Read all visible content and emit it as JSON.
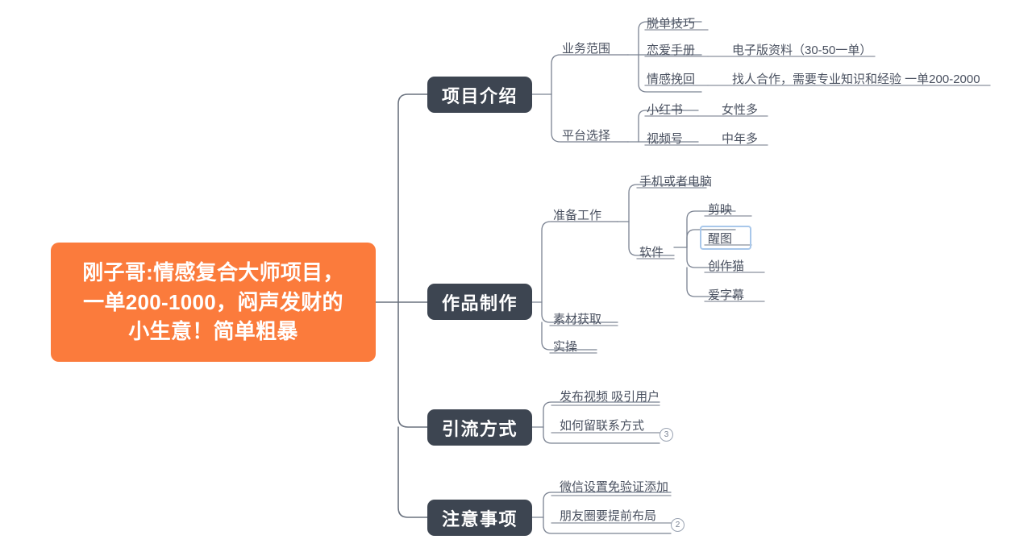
{
  "document": {
    "type": "mind-map",
    "background_color": "#ffffff",
    "root_color": "#fb7b3c",
    "branch_color": "#3d4551",
    "line_color": "#6a727f",
    "leaf_text_color": "#4a5160",
    "selection_color": "#a8c7ea"
  },
  "root": {
    "text": "刚子哥:情感复合大师项目，\n一单200-1000，闷声发财的\n小生意！简单粗暴"
  },
  "branches": [
    {
      "id": "branch-1",
      "label": "项目介绍",
      "children": [
        {
          "label": "业务范围",
          "children": [
            {
              "label": "脱单技巧",
              "detail": ""
            },
            {
              "label": "恋爱手册",
              "detail": "电子版资料（30-50一单）"
            },
            {
              "label": "情感挽回",
              "detail": "找人合作，需要专业知识和经验  一单200-2000"
            }
          ]
        },
        {
          "label": "平台选择",
          "children": [
            {
              "label": "小红书",
              "detail": "女性多"
            },
            {
              "label": "视频号",
              "detail": "中年多"
            }
          ]
        }
      ]
    },
    {
      "id": "branch-2",
      "label": "作品制作",
      "children": [
        {
          "label": "准备工作",
          "children": [
            {
              "label": "手机或者电脑",
              "detail": ""
            },
            {
              "label": "软件",
              "children": [
                {
                  "label": "剪映",
                  "selected": false
                },
                {
                  "label": "醒图",
                  "selected": true
                },
                {
                  "label": "创作猫",
                  "selected": false
                },
                {
                  "label": "爱字幕",
                  "selected": false
                }
              ]
            }
          ]
        },
        {
          "label": "素材获取",
          "children": []
        },
        {
          "label": "实操",
          "children": []
        }
      ]
    },
    {
      "id": "branch-3",
      "label": "引流方式",
      "children": [
        {
          "label": "发布视频 吸引用户",
          "badge": ""
        },
        {
          "label": "如何留联系方式",
          "badge": "3"
        }
      ]
    },
    {
      "id": "branch-4",
      "label": "注意事项",
      "children": [
        {
          "label": "微信设置免验证添加",
          "badge": ""
        },
        {
          "label": "朋友圈要提前布局",
          "badge": "2"
        }
      ]
    }
  ],
  "labels": {
    "b1": "项目介绍",
    "b2": "作品制作",
    "b3": "引流方式",
    "b4": "注意事项",
    "s1_1": "业务范围",
    "s1_2": "平台选择",
    "l1_1": "脱单技巧",
    "l1_2": "恋爱手册",
    "l1_3": "情感挽回",
    "d1_2": "电子版资料（30-50一单）",
    "d1_3": "找人合作，需要专业知识和经验  一单200-2000",
    "l2_1": "小红书",
    "l2_2": "视频号",
    "d2_1": "女性多",
    "d2_2": "中年多",
    "s2_1": "准备工作",
    "s2_2": "素材获取",
    "s2_3": "实操",
    "l3_1": "手机或者电脑",
    "l3_2": "软件",
    "sw_1": "剪映",
    "sw_2": "醒图",
    "sw_3": "创作猫",
    "sw_4": "爱字幕",
    "l4_1": "发布视频 吸引用户",
    "l4_2": "如何留联系方式",
    "l5_1": "微信设置免验证添加",
    "l5_2": "朋友圈要提前布局",
    "badge3": "3",
    "badge2": "2"
  }
}
